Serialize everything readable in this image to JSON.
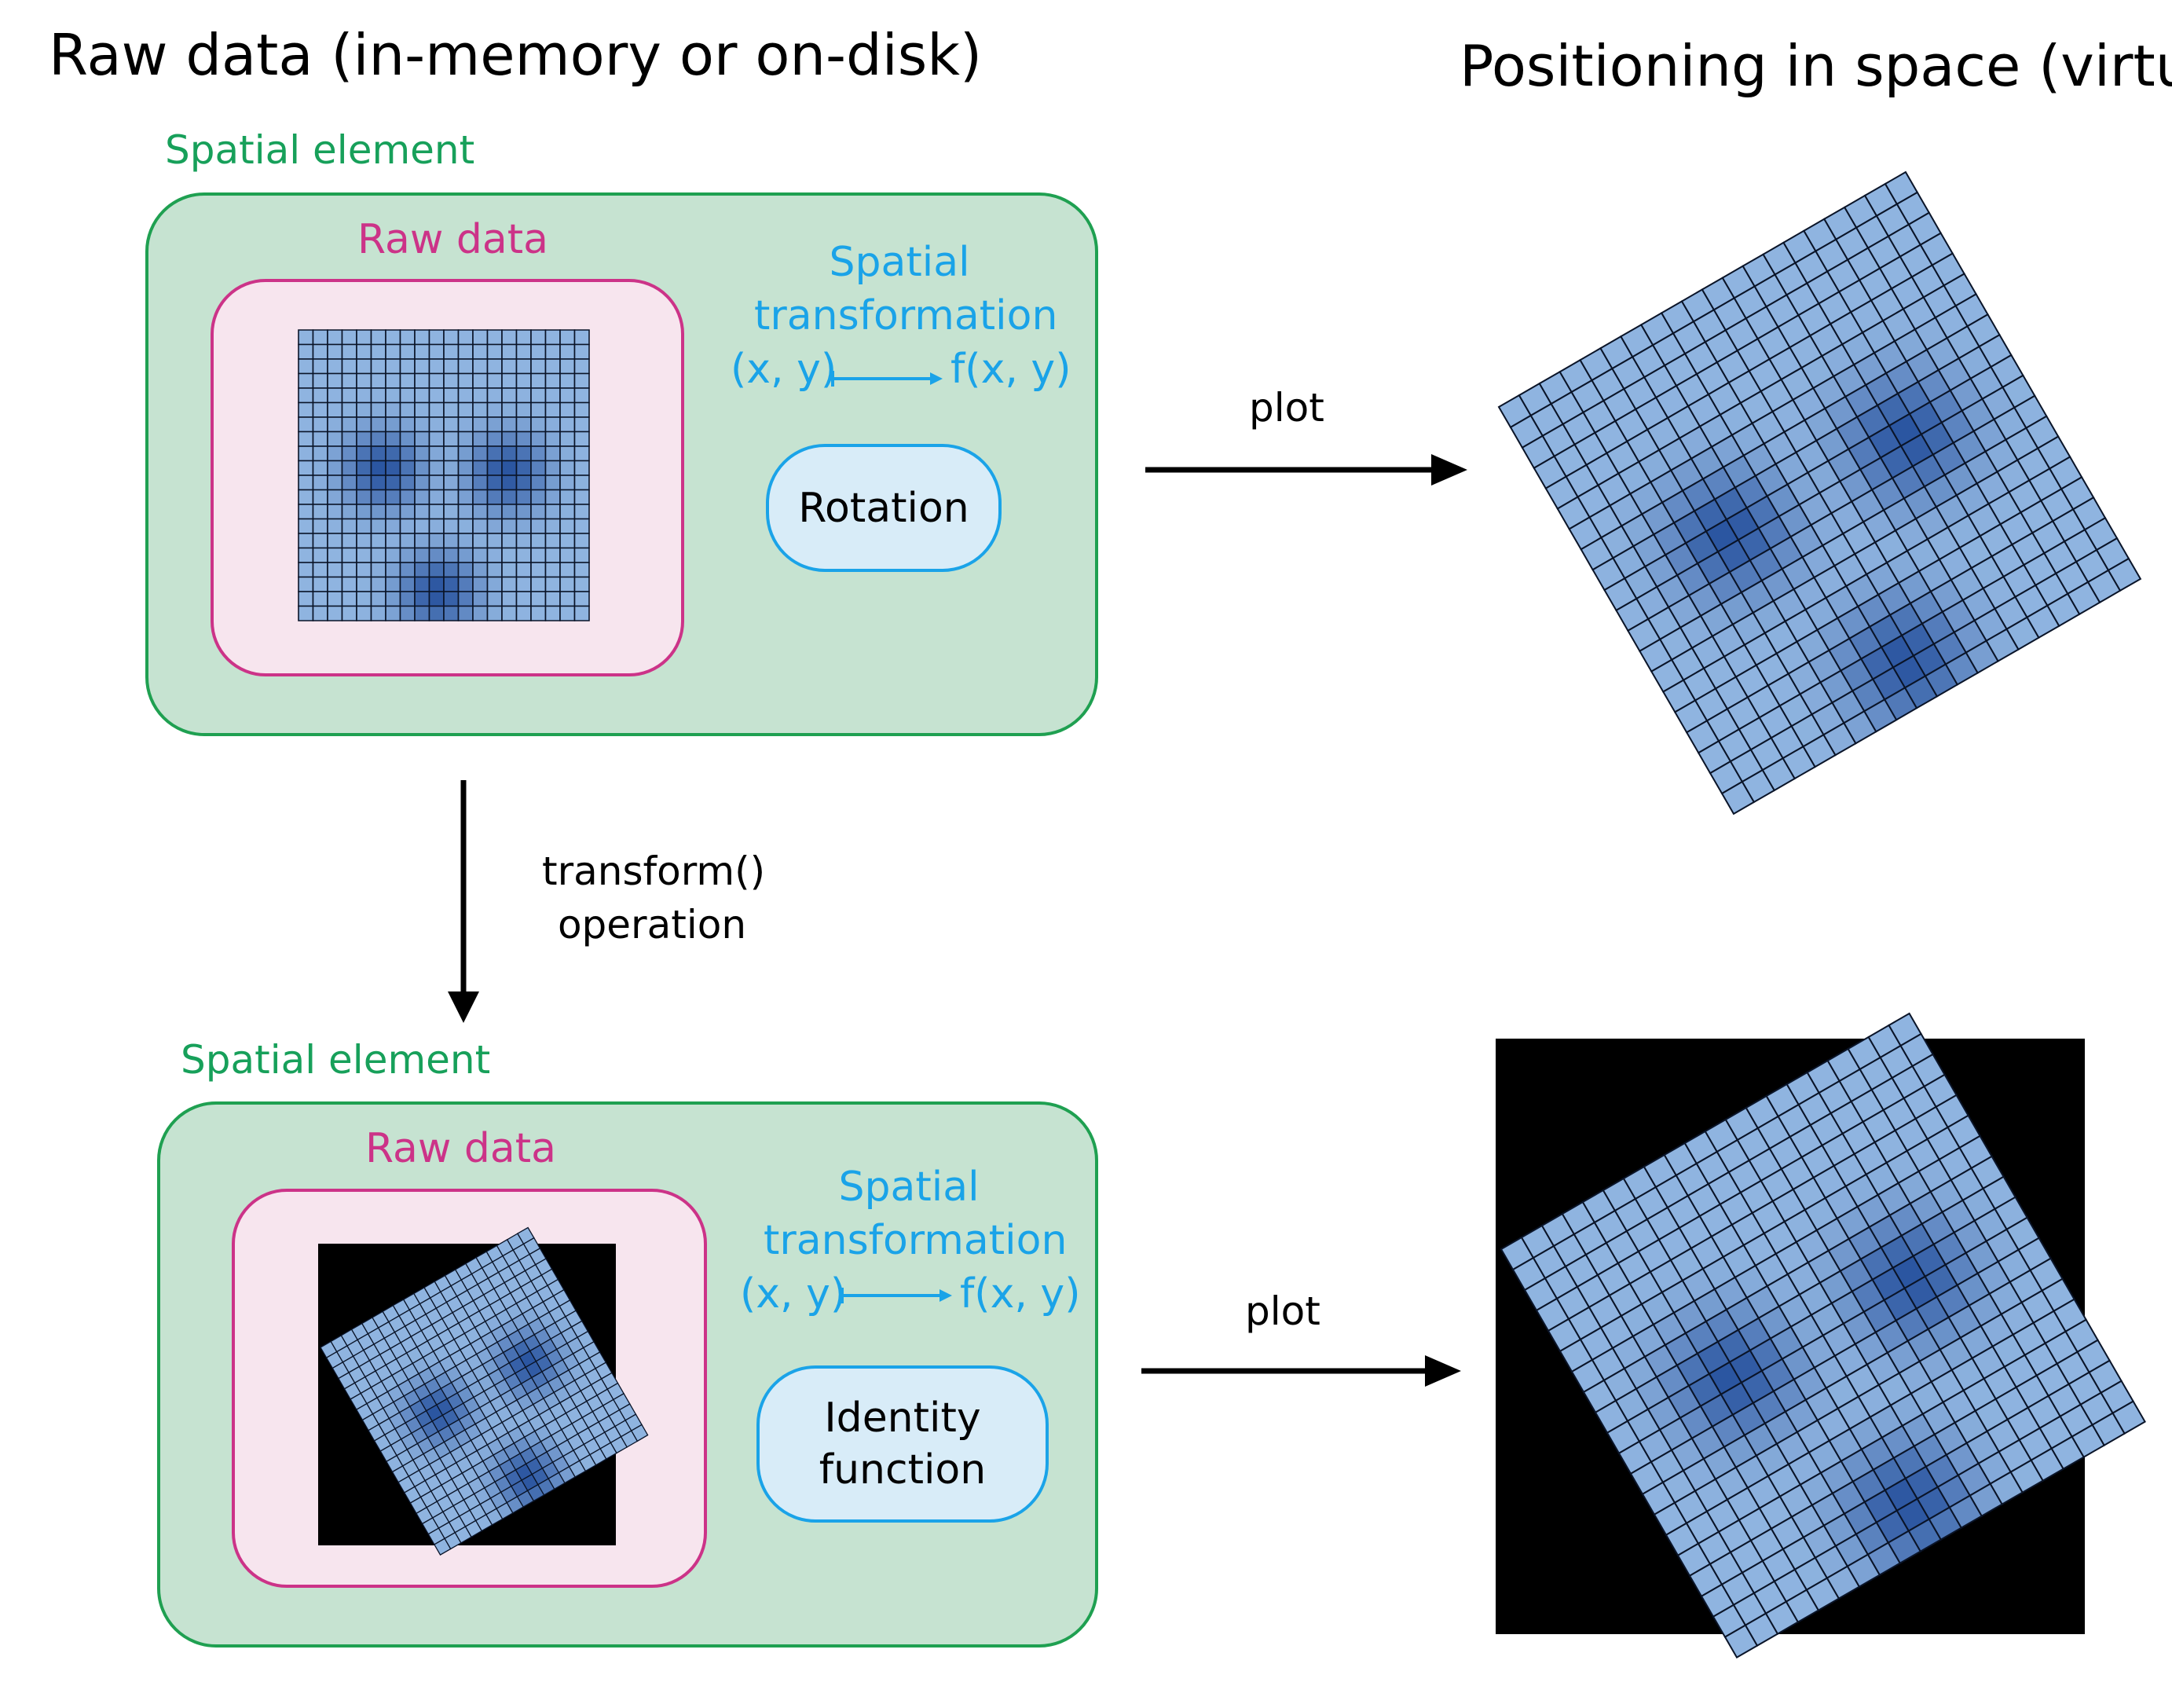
{
  "headers": {
    "left": "Raw data (in-memory or on-disk)",
    "right": "Positioning in space (virtual)"
  },
  "top_panel": {
    "element_label": "Spatial element",
    "raw_label": "Raw data",
    "transform_title": "Spatial\ntransformation",
    "map_from": "(x, y)",
    "map_to": "f(x, y)",
    "function_label": "Rotation"
  },
  "middle": {
    "operation_label": "transform()\noperation"
  },
  "bottom_panel": {
    "element_label": "Spatial element",
    "raw_label": "Raw data",
    "transform_title": "Spatial\ntransformation",
    "map_from": "(x, y)",
    "map_to": "f(x, y)",
    "function_label": "Identity\nfunction"
  },
  "arrows": {
    "top_plot_label": "plot",
    "bottom_plot_label": "plot"
  },
  "colors": {
    "element_fill": "#c6e3d1",
    "element_border": "#1fa051",
    "raw_fill": "#f7e5ee",
    "raw_border": "#cc3388",
    "transform_text": "#1aa3e8",
    "function_fill": "#d8ecf8",
    "grid_light": "#8fb4e0",
    "grid_dark": "#2a55a0"
  },
  "grid": {
    "cells": 20,
    "rotation_degrees": 30
  }
}
